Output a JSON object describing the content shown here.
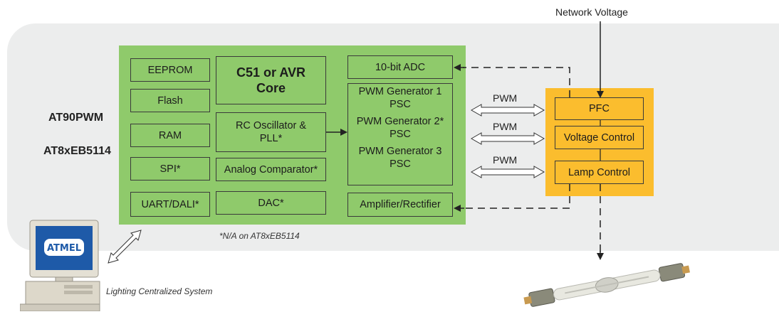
{
  "top_label": "Network Voltage",
  "devices": {
    "line1": "AT90PWM",
    "line2": "AT8xEB5114"
  },
  "chip": {
    "eeprom": "EEPROM",
    "flash": "Flash",
    "ram": "RAM",
    "spi": "SPI*",
    "uart": "UART/DALI*",
    "core": "C51 or AVR Core",
    "rc": "RC Oscillator & PLL*",
    "comparator": "Analog Comparator*",
    "dac": "DAC*",
    "adc": "10-bit ADC",
    "pwm1": [
      "PWM Generator 1",
      "PSC"
    ],
    "pwm2": [
      "PWM Generator 2*",
      "PSC"
    ],
    "pwm3": [
      "PWM Generator 3",
      "PSC"
    ],
    "amp": "Amplifier/Rectifier"
  },
  "pwm_links": [
    "PWM",
    "PWM",
    "PWM"
  ],
  "control": {
    "pfc": "PFC",
    "voltage": "Voltage Control",
    "lamp": "Lamp Control"
  },
  "note": "*N/A on AT8xEB5114",
  "system_label": "Lighting Centralized System",
  "logo_text": "ATMEL",
  "colors": {
    "panel": "#eceded",
    "chip": "#8fca6b",
    "control": "#fbbd2e",
    "lines": "#222222"
  }
}
